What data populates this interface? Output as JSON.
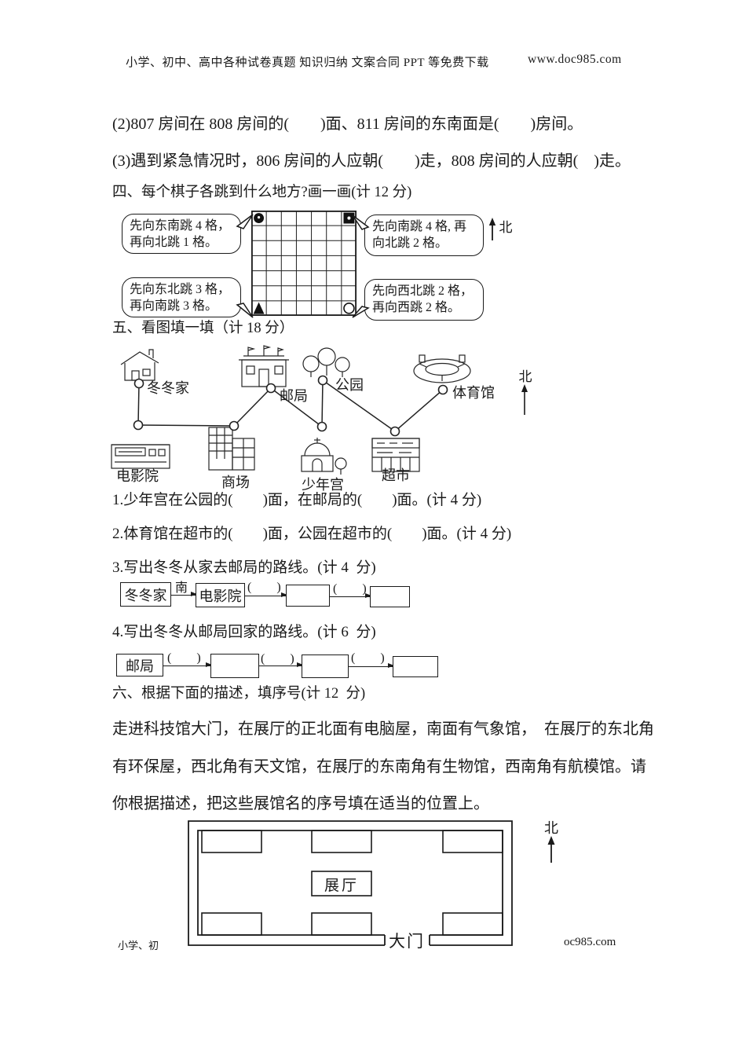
{
  "header": {
    "promo": "小学、初中、高中各种试卷真题 知识归纳 文案合同 PPT 等免费下载",
    "url": "www.doc985.com"
  },
  "intro": {
    "q2": "(2)807 房间在 808 房间的(　　)面、811 房间的东南面是(　　)房间。",
    "q3": "(3)遇到紧急情况时，806 房间的人应朝(　　)走，808 房间的人应朝(　)走。"
  },
  "section4": {
    "heading": "四、每个棋子各跳到什么地方?画一画(计 12 分)",
    "compass": "北",
    "bubbles": {
      "top_left": {
        "line1": "先向东南跳 4 格，",
        "line2": "再向北跳 1 格。"
      },
      "top_right": {
        "line1": "先向南跳 4 格, 再",
        "line2": "向北跳 2 格。"
      },
      "bottom_left": {
        "line1": "先向东北跳 3 格，",
        "line2": "再向南跳 3 格。"
      },
      "bottom_right": {
        "line1": "先向西北跳 2 格，",
        "line2": "再向西跳 2 格。"
      }
    },
    "grid": {
      "cols": 7,
      "rows": 7,
      "markers": {
        "top_left": "solid-black-circle",
        "top_right": "solid-black-square",
        "bottom_left": "solid-black-triangle",
        "bottom_right": "open-circle"
      }
    }
  },
  "section5": {
    "heading": "五、看图填一填（计 18 分）",
    "map": {
      "compass": "北",
      "places": [
        "冬冬家",
        "邮局",
        "公园",
        "体育馆",
        "电影院",
        "商场",
        "少年宫",
        "超市"
      ],
      "paths": [
        "冬冬家-电影院",
        "电影院-商场",
        "商场-邮局",
        "邮局-少年宫",
        "公园-少年宫",
        "公园-超市",
        "超市-体育馆"
      ]
    },
    "q1": "1.少年宫在公园的(　　)面，在邮局的(　　)面。(计 4 分)",
    "q2": "2.体育馆在超市的(　　)面，公园在超市的(　　)面。(计 4 分)",
    "q3": "3.写出冬冬从家去邮局的路线。(计 4  分)",
    "q4": "4.写出冬冬从邮局回家的路线。(计 6  分)",
    "flow_to_post_office": {
      "box1": "冬冬家",
      "arrow1_label": "南",
      "box2": "电影院",
      "blank_label": "(　　)"
    },
    "flow_back_home": {
      "box1": "邮局",
      "blank_label": "(　　)"
    }
  },
  "section6": {
    "heading": "六、根据下面的描述，填序号(计 12  分)",
    "para_line1": "走进科技馆大门，在展厅的正北面有电脑屋，南面有气象馆，　在展厅的东北角",
    "para_line2": "有环保屋，西北角有天文馆，在展厅的东南角有生物馆，西南角有航模馆。请",
    "para_line3": "你根据描述，把这些展馆名的序号填在适当的位置上。",
    "hall_label": "展厅",
    "gate_label": "大门",
    "compass": "北"
  },
  "footer": {
    "left": "小学、初",
    "right": "oc985.com"
  }
}
